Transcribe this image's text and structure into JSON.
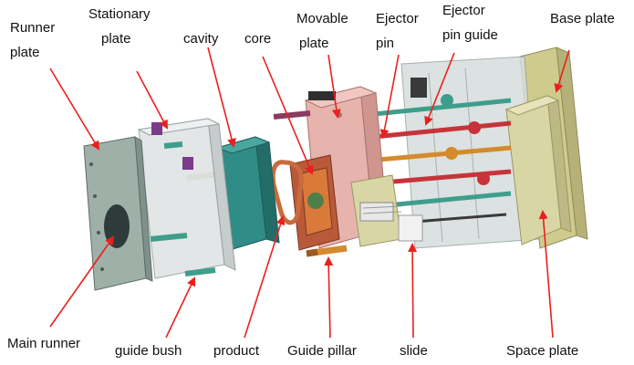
{
  "colors": {
    "arrow": "#e8201e",
    "clear_plate": "#cfd6d6",
    "runner_plate": "#9fb0a8",
    "cavity": "#2f8c86",
    "movable_plate": "#e7b3ad",
    "base_plate": "#cfcb8d",
    "space_plate": "#d9d6a5",
    "pin_red": "#c7333a",
    "pin_orange": "#d48a2e",
    "pin_teal": "#3e9e8c",
    "dark": "#3a3a3a"
  },
  "labels": {
    "runner_plate": {
      "line1": "Runner",
      "line2": "plate"
    },
    "stationary_plate": {
      "line1": "Stationary",
      "line2": "plate"
    },
    "cavity": "cavity",
    "core": "core",
    "movable_plate": {
      "line1": "Movable",
      "line2": "plate"
    },
    "ejector_pin": {
      "line1": "Ejector",
      "line2": "pin"
    },
    "ejector_pin_guide": {
      "line1": "Ejector",
      "line2": "pin guide"
    },
    "base_plate": "Base plate",
    "main_runner": "Main runner",
    "guide_bush": "guide bush",
    "product": "product",
    "guide_pillar": "Guide pillar",
    "slide": "slide",
    "space_plate": "Space plate"
  }
}
